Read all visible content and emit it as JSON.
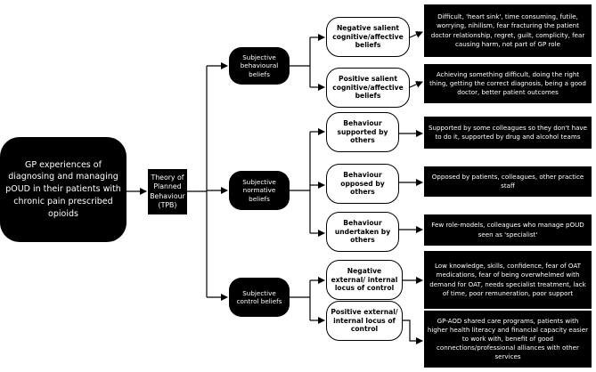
{
  "main": {
    "text": "GP experiences of diagnosing and managing pOUD in their patients with chronic pain prescribed opioids"
  },
  "tpb": {
    "text": "Theory of Planned Behaviour (TPB)"
  },
  "subjective_behavioural": {
    "label": "Subjective behavioural beliefs",
    "negative": {
      "label": "Negative salient cognitive/affective beliefs",
      "detail": "Difficult, 'heart sink', time consuming, futile, worrying, nihilism, fear fracturing the patient doctor relationship, regret, guilt, complicity, fear causing harm, not part of GP role"
    },
    "positive": {
      "label": "Positive salient cognitive/affective beliefs",
      "detail": "Achieving something difficult, doing the right thing, getting the correct diagnosis, being a good doctor, better patient outcomes"
    }
  },
  "subjective_normative": {
    "label": "Subjective normative beliefs",
    "supported": {
      "label": "Behaviour supported by others",
      "detail": "Supported by some colleagues so they don't have to do it, supported by drug and alcohol teams"
    },
    "opposed": {
      "label": "Behaviour opposed by others",
      "detail": "Opposed by patients, colleagues, other practice staff"
    },
    "undertaken": {
      "label": "Behaviour undertaken by others",
      "detail": "Few role-models, colleagues who manage pOUD seen as 'specialist'"
    }
  },
  "subjective_control": {
    "label": "Subjective control beliefs",
    "negative": {
      "label": "Negative external/ internal locus of control",
      "detail": "Low knowledge, skills, confidence, fear of OAT medications, fear of being overwhelmed with demand for OAT, needs specialist treatment, lack of time, poor remuneration, poor support"
    },
    "positive": {
      "label": "Positive external/ internal locus of control",
      "detail": "GP-AOD shared care programs, patients with higher health literacy and financial capacity easier to work with, benefit of good connections/professional alliances with other services"
    }
  }
}
